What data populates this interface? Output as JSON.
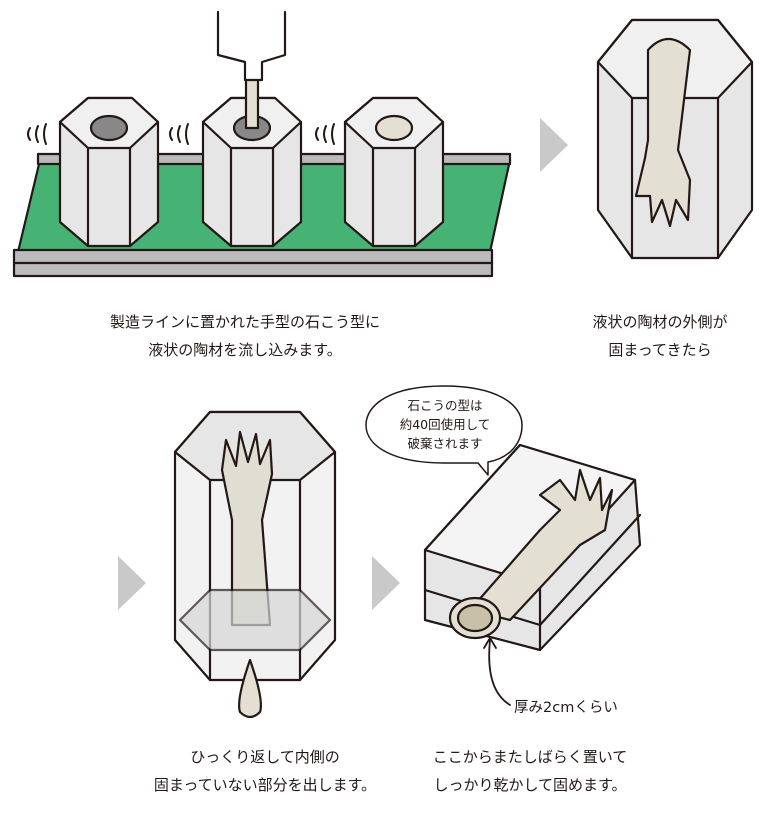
{
  "colors": {
    "belt": "#46b274",
    "mold": "#e6e6e6",
    "porcelain": "#e3dfd2",
    "arrow": "#c9c9ca",
    "line": "#231815"
  },
  "steps": [
    {
      "lines": [
        "製造ラインに置かれた手型の石こう型に",
        "液状の陶材を流し込みます。"
      ]
    },
    {
      "lines": [
        "液状の陶材の外側が",
        "固まってきたら"
      ]
    },
    {
      "lines": [
        "ひっくり返して内側の",
        "固まっていない部分を出します。"
      ]
    },
    {
      "lines": [
        "ここからまたしばらく置いて",
        "しっかり乾かして固めます。"
      ]
    }
  ],
  "bubble": {
    "lines": [
      "石こうの型は",
      "約40回使用して",
      "破棄されます"
    ]
  },
  "thickness_label": "厚み2cmくらい"
}
